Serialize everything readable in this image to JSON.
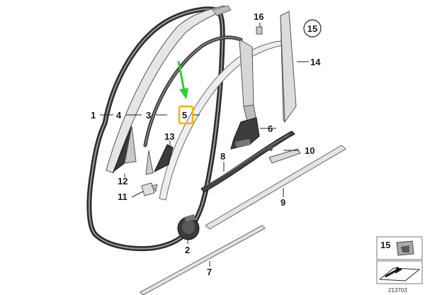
{
  "diagram": {
    "callouts": [
      "1",
      "2",
      "3",
      "4",
      "5",
      "6",
      "7",
      "8",
      "9",
      "10",
      "11",
      "12",
      "13",
      "14",
      "15",
      "16"
    ],
    "highlighted_part": "5",
    "highlight_color": "#f0b400",
    "arrow_color": "#33cc33",
    "detail_box_label": "15",
    "reference_number": "213703"
  }
}
